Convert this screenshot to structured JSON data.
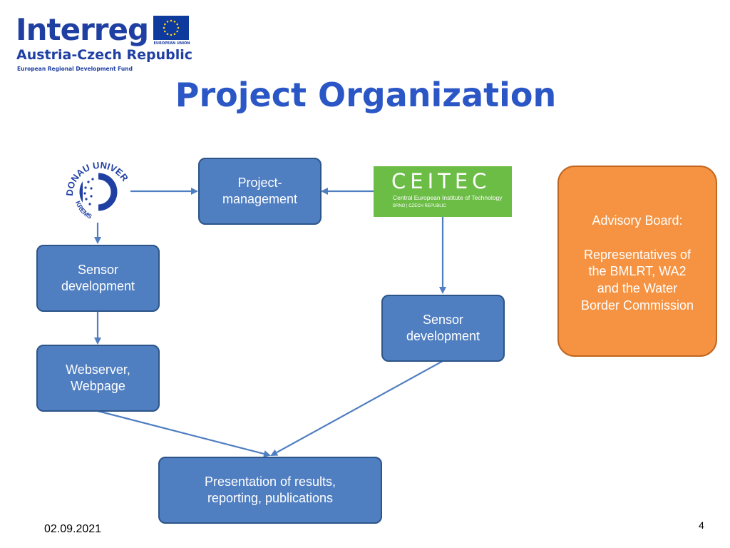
{
  "header": {
    "logo_title": "Interreg",
    "logo_subtitle": "Austria-Czech Republic",
    "logo_fund": "European Regional Development Fund",
    "eu_label": "EUROPEAN UNION"
  },
  "title": "Project Organization",
  "partners": {
    "left_logo_top": "DONAU UNIVERSITÄT",
    "left_logo_bottom": "KREMS",
    "right_logo_name": "CEITEC",
    "right_logo_desc": "Central European Institute of Technology",
    "right_logo_location": "BRNO | CZECH REPUBLIC"
  },
  "nodes": {
    "project_management": "Project-\nmanagement",
    "sensor_dev_left": "Sensor\ndevelopment",
    "webserver": "Webserver,\nWebpage",
    "sensor_dev_right": "Sensor\ndevelopment",
    "results": "Presentation of results,\nreporting, publications"
  },
  "advisory": {
    "heading": "Advisory Board:",
    "lines": [
      "Representatives of",
      "the BMLRT, WA2",
      "and the Water",
      "Border Commission"
    ]
  },
  "footer": {
    "date": "02.09.2021",
    "page": "4"
  },
  "colors": {
    "node_fill": "#4f7ec1",
    "node_border": "#2d5589",
    "advisory_fill": "#f59342",
    "title": "#2a56c6",
    "ceitec_green": "#6bbd45",
    "logo_blue": "#1f3fa3"
  }
}
